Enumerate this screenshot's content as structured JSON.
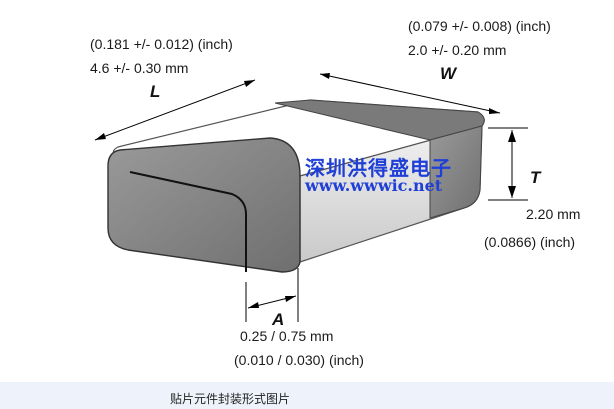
{
  "dimensions": {
    "length": {
      "symbol": "L",
      "inch": "(0.181 +/- 0.012) (inch)",
      "mm": "4.6 +/- 0.30 mm"
    },
    "width": {
      "symbol": "W",
      "inch": "(0.079 +/- 0.008) (inch)",
      "mm": "2.0 +/- 0.20 mm"
    },
    "thickness": {
      "symbol": "T",
      "mm": "2.20 mm",
      "inch": "(0.0866) (inch)"
    },
    "termination": {
      "symbol": "A",
      "mm": "0.25 / 0.75 mm",
      "inch": "(0.010 / 0.030) (inch)"
    }
  },
  "watermark": {
    "line1": "深圳洪得盛电子",
    "line2": "www.wwwic.net"
  },
  "caption": "贴片元件封装形式图片",
  "colors": {
    "body_top": "#ffffff",
    "terminal": "#8a8a8a",
    "terminal_top": "#6e6e6e",
    "watermark": "#1f3fd6",
    "caption_bg": "#eef3fb"
  }
}
